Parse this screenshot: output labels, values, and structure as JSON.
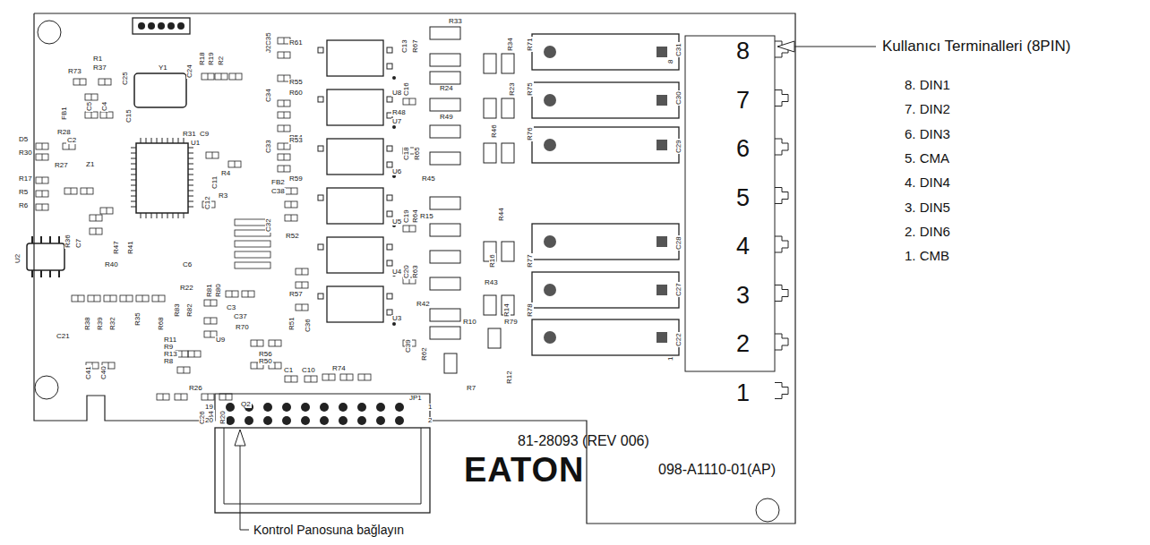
{
  "diagram": {
    "labels": [
      "8",
      "7",
      "6",
      "5",
      "4",
      "3",
      "2",
      "1",
      "Kullanıcı Terminalleri (8PIN)",
      "8. DIN1",
      "7. DIN2",
      "6. DIN3",
      "5. CMA",
      "4. DIN4",
      "3. DIN5",
      "2. DIN6",
      "1. CMB",
      "81-28093 (REV 006)",
      "EATON",
      "098-A1110-01(AP)",
      "Kontrol Panosuna bağlayın",
      "R61",
      "C35",
      "R55",
      "C13",
      "R67",
      "R33",
      "R34",
      "R71",
      "C31",
      "R60",
      "C34",
      "R54",
      "U8",
      "C16",
      "R24",
      "R48",
      "U7",
      "R49",
      "R23",
      "R75",
      "C30",
      "C33",
      "R53",
      "R59",
      "C18",
      "R65",
      "R46",
      "R76",
      "R45",
      "U6",
      "C29",
      "R4",
      "FB2",
      "C38",
      "C12",
      "R3",
      "C32",
      "R52",
      "U5",
      "C19",
      "R64",
      "R15",
      "R44",
      "R16",
      "R77",
      "C28",
      "R57",
      "U4",
      "C20",
      "R63",
      "R43",
      "R14",
      "R78",
      "C27",
      "R51",
      "C36",
      "R42",
      "R10",
      "R79",
      "U3",
      "C39",
      "R62",
      "R7",
      "R12",
      "C22",
      "J2",
      "R73",
      "R1",
      "R37",
      "C25",
      "Y1",
      "C24",
      "R18",
      "R19",
      "R2",
      "FB1",
      "C5",
      "C4",
      "C15",
      "D5",
      "R28",
      "C2",
      "R30",
      "R31",
      "C9",
      "U1",
      "R27",
      "Z1",
      "R17",
      "R5",
      "R6",
      "C11",
      "R36",
      "C7",
      "R40",
      "R47",
      "R41",
      "C6",
      "U2",
      "R38",
      "R39",
      "R32",
      "R35",
      "R68",
      "R22",
      "R83",
      "R82",
      "R11",
      "R9",
      "R13",
      "R8",
      "R81",
      "R80",
      "C3",
      "C37",
      "R70",
      "R56",
      "R50",
      "C41",
      "C40",
      "C21",
      "U9",
      "C1",
      "C10",
      "R74",
      "R26",
      "C26",
      "FB4",
      "R20",
      "Q2",
      "JP1",
      "19",
      "20",
      "1",
      "2",
      "8",
      "1"
    ]
  }
}
